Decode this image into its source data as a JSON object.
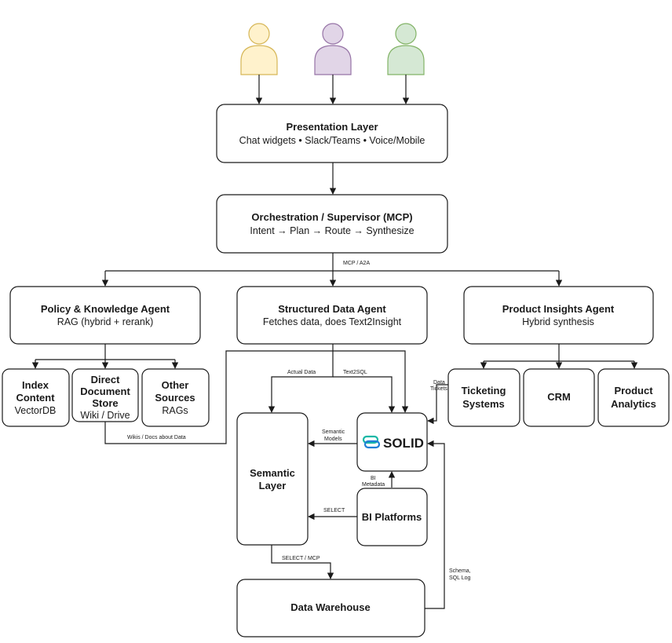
{
  "users": [
    {
      "name": "user-yellow",
      "fill": "#fff2cc",
      "stroke": "#d6b656"
    },
    {
      "name": "user-purple",
      "fill": "#e1d5e7",
      "stroke": "#9673a6"
    },
    {
      "name": "user-green",
      "fill": "#d5e8d4",
      "stroke": "#82b366"
    }
  ],
  "presentation": {
    "title": "Presentation Layer",
    "subtitle": "Chat widgets • Slack/Teams • Voice/Mobile"
  },
  "orchestration": {
    "title": "Orchestration / Supervisor (MCP)",
    "subtitle": "Intent → Plan → Route → Synthesize"
  },
  "agents": {
    "policy": {
      "title": "Policy & Knowledge Agent",
      "subtitle": "RAG (hybrid + rerank)"
    },
    "structured": {
      "title": "Structured Data Agent",
      "subtitle": "Fetches data, does Text2Insight"
    },
    "product": {
      "title": "Product Insights Agent",
      "subtitle": "Hybrid synthesis"
    }
  },
  "sources": {
    "index": {
      "title_lines": [
        "Index",
        "Content"
      ],
      "sub": "VectorDB"
    },
    "direct": {
      "title_lines": [
        "Direct",
        "Document",
        "Store"
      ],
      "sub": "Wiki / Drive"
    },
    "other": {
      "title_lines": [
        "Other",
        "Sources"
      ],
      "sub": "RAGs"
    }
  },
  "product_sources": {
    "ticketing": {
      "title_lines": [
        "Ticketing",
        "Systems"
      ]
    },
    "crm": {
      "title_lines": [
        "CRM"
      ]
    },
    "analytics": {
      "title_lines": [
        "Product",
        "Analytics"
      ]
    }
  },
  "semantic_layer": {
    "title_lines": [
      "Semantic",
      "Layer"
    ]
  },
  "solid": {
    "label": "SOLID",
    "accent": "#19b8a6",
    "accent2": "#1f7fd6"
  },
  "bi": {
    "title": "BI Platforms"
  },
  "warehouse": {
    "title": "Data Warehouse"
  },
  "edge_labels": {
    "mcp_a2a": "MCP / A2A",
    "actual_data": "Actual Data",
    "text2sql": "Text2SQL",
    "data_tickets": [
      "Data",
      "Tickets"
    ],
    "wikis": "Wikis / Docs about Data",
    "semantic_models": [
      "Semantic",
      "Models"
    ],
    "bi_metadata": [
      "BI",
      "Metadata"
    ],
    "select": "SELECT",
    "select_mcp": "SELECT / MCP",
    "schema_sql": [
      "Schema,",
      "SQL Log"
    ]
  }
}
